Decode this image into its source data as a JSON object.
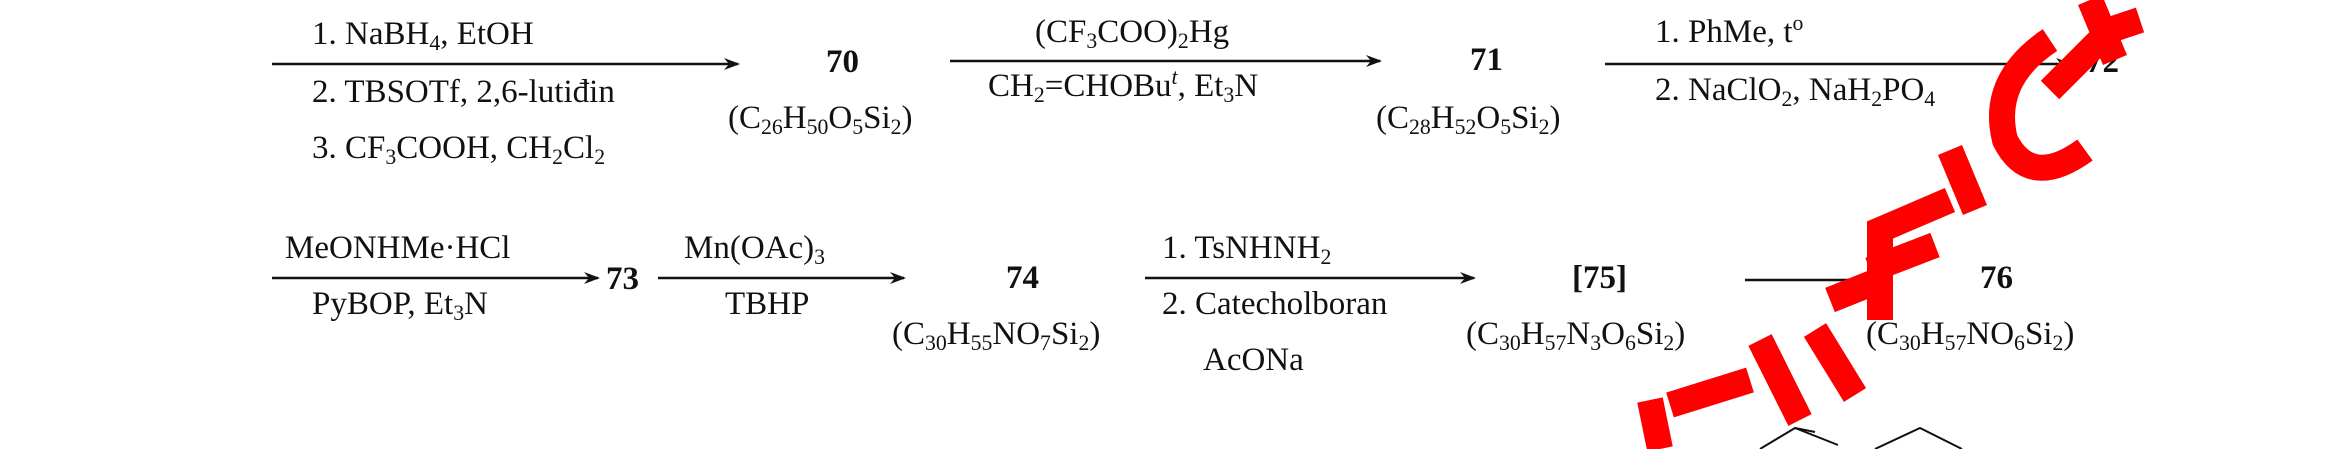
{
  "row1": {
    "step1": {
      "l1": "1. NaBH",
      "l1_sub": "4",
      "l1_rest": ", EtOH",
      "l2": "2. TBSOTf, 2,6-lutiđin",
      "l3a": "3. CF",
      "l3_sub1": "3",
      "l3b": "COOH, CH",
      "l3_sub2": "2",
      "l3c": "Cl",
      "l3_sub3": "2"
    },
    "cmp70": {
      "label": "70",
      "f": [
        "(C",
        "26",
        "H",
        "50",
        "O",
        "5",
        "Si",
        "2",
        ")"
      ]
    },
    "step2": {
      "t1a": "(CF",
      "t1_sub1": "3",
      "t1b": "COO)",
      "t1_sub2": "2",
      "t1c": "Hg",
      "t2a": "CH",
      "t2_sub": "2",
      "t2b": "=CHOBu",
      "t2_sup": "t",
      "t2c": ", Et",
      "t2_sub2": "3",
      "t2d": "N"
    },
    "cmp71": {
      "label": "71",
      "f": [
        "(C",
        "28",
        "H",
        "52",
        "O",
        "5",
        "Si",
        "2",
        ")"
      ]
    },
    "step3": {
      "t1": "1. PhMe, t",
      "t1_sup": "o",
      "t2a": "2. NaClO",
      "t2_sub1": "2",
      "t2b": ", NaH",
      "t2_sub2": "2",
      "t2c": "PO",
      "t2_sub3": "4"
    },
    "cmp72": {
      "label": "72"
    }
  },
  "row2": {
    "step4": {
      "t1": "MeONHMe·HCl",
      "t2a": "PyBOP, Et",
      "t2_sub": "3",
      "t2b": "N"
    },
    "cmp73": {
      "label": "73"
    },
    "step5": {
      "t1a": "Mn(OAc)",
      "t1_sub": "3",
      "t2": "TBHP"
    },
    "cmp74": {
      "label": "74",
      "f": [
        "(C",
        "30",
        "H",
        "55",
        "NO",
        "7",
        "Si",
        "2",
        ")"
      ]
    },
    "step6": {
      "l1a": "1. TsNHNH",
      "l1_sub": "2",
      "l2": "2. Catecholboran",
      "l3": "AcONa"
    },
    "cmp75": {
      "label": "[75]",
      "f": [
        "(C",
        "30",
        "H",
        "57",
        "N",
        "3",
        "O",
        "6",
        "Si",
        "2",
        ")"
      ]
    },
    "cmp76": {
      "label": "76",
      "f": [
        "(C",
        "30",
        "H",
        "57",
        "NO",
        "6",
        "Si",
        "2",
        ")"
      ]
    }
  },
  "watermark": {
    "color": "#ff0000"
  }
}
